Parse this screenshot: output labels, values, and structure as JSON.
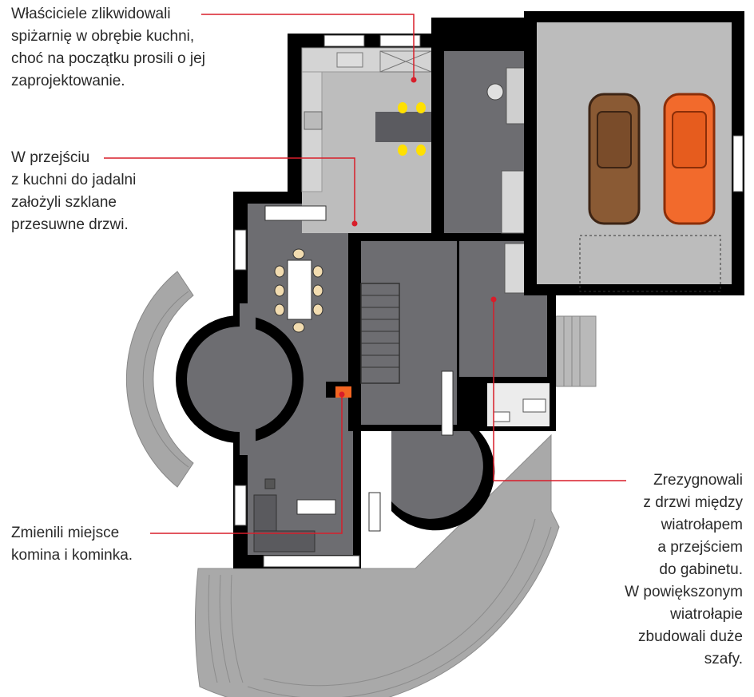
{
  "annotations": {
    "pantry": [
      "Właściciele zlikwidowali",
      "spiżarnię w obrębie kuchni,",
      "choć na początku prosili o jej",
      "zaprojektowanie."
    ],
    "sliding_doors": [
      "W przejściu",
      "z kuchni do jadalni",
      "założyli szklane",
      "przesuwne drzwi."
    ],
    "chimney": [
      "Zmienili miejsce",
      "komina i kominka."
    ],
    "vestibule": [
      "Zrezygnowali",
      "z drzwi między",
      "wiatrołapem",
      "a przejściem",
      "do gabinetu.",
      "W powiększonym",
      "wiatrołapie",
      "zbudowali duże",
      "szafy."
    ]
  },
  "colors": {
    "wall": "#000000",
    "living_floor": "#6d6d71",
    "kitchen_floor": "#bdbdbd",
    "garage_floor": "#bcbcbc",
    "terrace": "#a9a9a9",
    "callout_line": "#d81e2a",
    "chairs_kitchen": "#ffe000",
    "car_brown": "#8a5a34",
    "car_orange": "#f26a2c",
    "fireplace": "#f26522"
  }
}
